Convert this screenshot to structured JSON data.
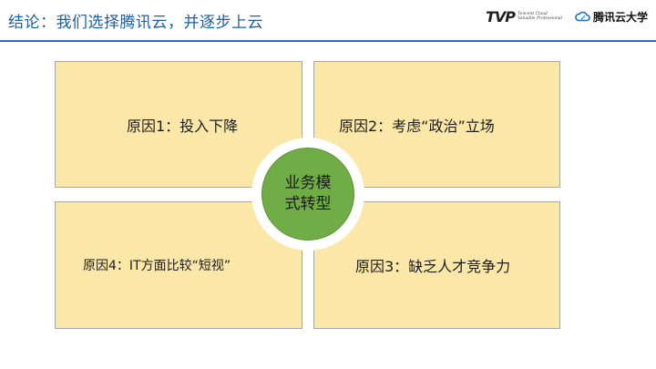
{
  "header": {
    "title": "结论：我们选择腾讯云，并逐步上云",
    "tvp_logo": {
      "mark": "TVP",
      "sub_line1": "Tencent Cloud",
      "sub_line2": "Valuable Professional"
    },
    "brand_logo": {
      "icon": "tencent-cloud-icon",
      "text": "腾讯云大学"
    }
  },
  "diagram": {
    "center": {
      "line1": "业务模",
      "line2": "式转型"
    },
    "quadrants": [
      {
        "position": "top-left",
        "label": "原因1：投入下降"
      },
      {
        "position": "top-right",
        "label": "原因2：考虑“政治”立场"
      },
      {
        "position": "bottom-left",
        "label": "原因4：IT方面比较“短视”"
      },
      {
        "position": "bottom-right",
        "label": "原因3：缺乏人才竞争力"
      }
    ]
  },
  "colors": {
    "title": "#1a5fa8",
    "rule": "#2f6db4",
    "card_fill": "#fbe7a8",
    "card_border": "#a8a8a8",
    "center_fill": "#70ad47"
  }
}
